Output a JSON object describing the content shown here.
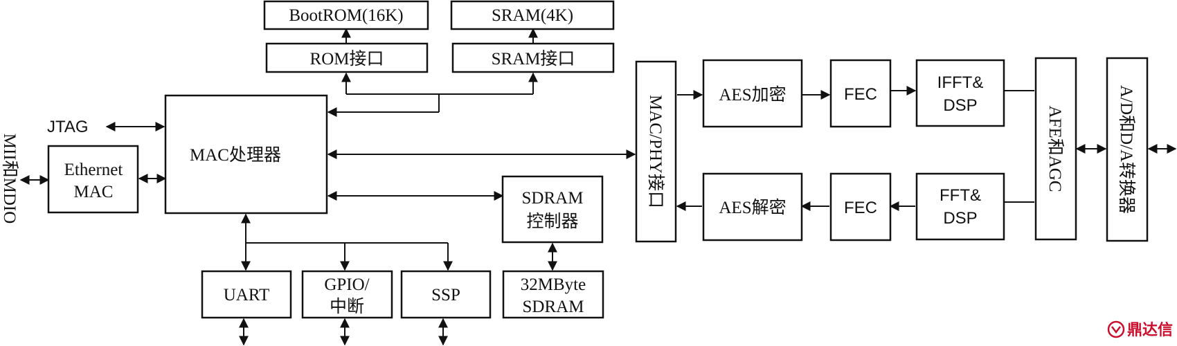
{
  "blocks": {
    "bootrom": "BootROM(16K)",
    "sram": "SRAM(4K)",
    "rom_if": "ROM接口",
    "sram_if": "SRAM接口",
    "mac_proc": "MAC处理器",
    "eth_mac": [
      "Ethernet",
      "MAC"
    ],
    "sdram_ctrl": [
      "SDRAM",
      "控制器"
    ],
    "uart": "UART",
    "gpio": [
      "GPIO/",
      "中断"
    ],
    "ssp": "SSP",
    "sdram_32m": [
      "32MByte",
      "SDRAM"
    ],
    "mac_phy_if": "MAC/PHY接口",
    "aes_enc": "AES加密",
    "aes_dec": "AES解密",
    "fec_top": "FEC",
    "fec_bottom": "FEC",
    "ifft_dsp": [
      "IFFT&",
      "DSP"
    ],
    "fft_dsp": [
      "FFT&",
      "DSP"
    ],
    "afe_agc": "AFE和AGC",
    "ad_da": "A/D和D/A转换器"
  },
  "labels": {
    "jtag": "JTAG",
    "mii_mdio": "MII和MDIO"
  },
  "watermark": {
    "text": "鼎达信",
    "color": "#c8102e"
  },
  "colors": {
    "line": "#111111",
    "background": "#ffffff"
  }
}
